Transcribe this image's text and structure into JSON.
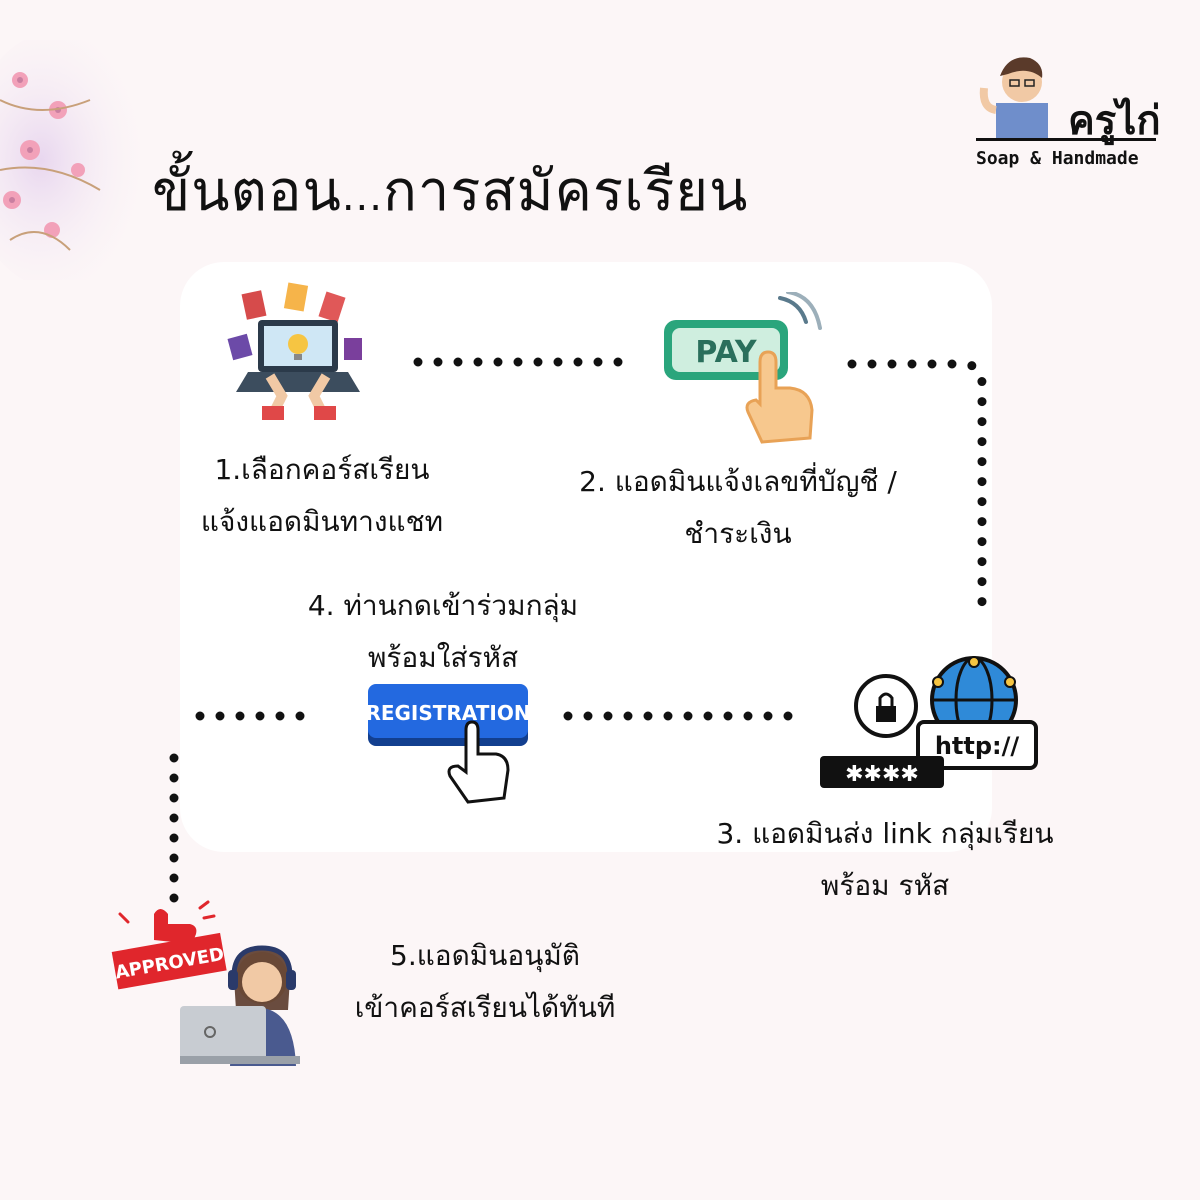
{
  "title": {
    "main_a": "ขั้นตอน",
    "dots": "...",
    "main_b": "การสมัครเรียน"
  },
  "brand": {
    "name": "ครูไก่",
    "tagline": "Soap & Handmade"
  },
  "steps": [
    {
      "line1": "1.เลือกคอร์สเรียน",
      "line2": "แจ้งแอดมินทางแชท"
    },
    {
      "line1": "2. แอดมินแจ้งเลขที่บัญชี /",
      "line2": "ชำระเงิน"
    },
    {
      "line1": "3. แอดมินส่ง link กลุ่มเรียน",
      "line2": "พร้อม รหัส"
    },
    {
      "line1": "4. ท่านกดเข้าร่วมกลุ่ม",
      "line2": "พร้อมใส่รหัส"
    },
    {
      "line1": "5.แอดมินอนุมัติ",
      "line2": "เข้าคอร์สเรียนได้ทันที"
    }
  ],
  "icons": {
    "pay_label": "PAY",
    "registration_label": "REGISTRATION",
    "http_label": "http://",
    "password_mask": "✱✱✱✱",
    "approved_label": "APPROVED"
  },
  "colors": {
    "pay_green": "#2aa57c",
    "registration_blue": "#1f5fd6",
    "approved_red": "#e0262c",
    "globe_blue": "#2f8ad8"
  }
}
